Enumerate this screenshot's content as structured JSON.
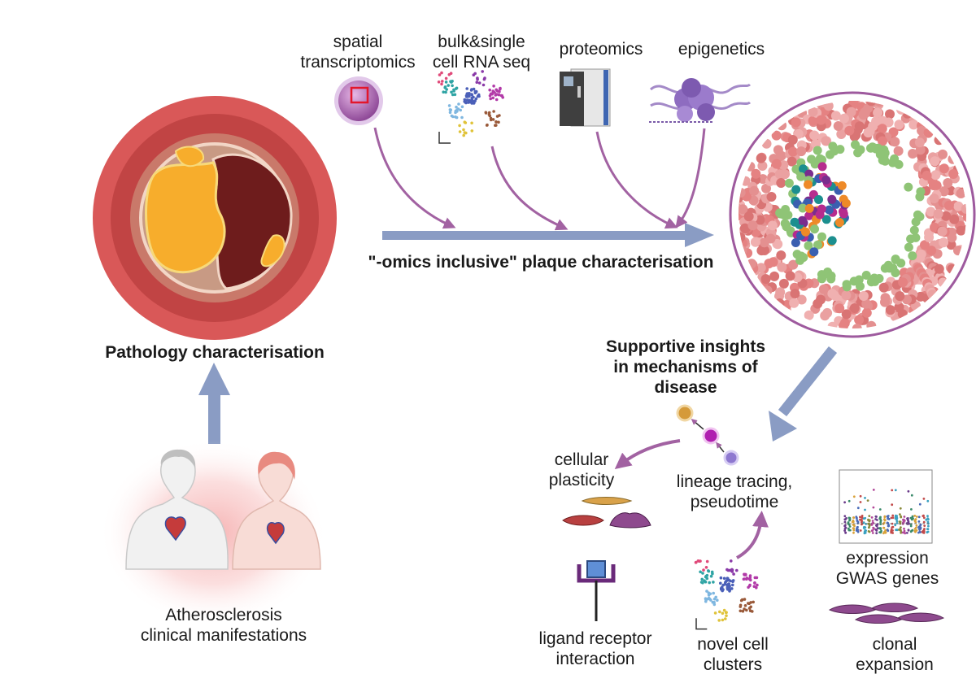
{
  "labels": {
    "spatial": [
      "spatial",
      "transcriptomics"
    ],
    "bulk": [
      "bulk&single",
      "cell RNA seq"
    ],
    "proteomics": "proteomics",
    "epigenetics": "epigenetics",
    "omics": "\"-omics inclusive\" plaque characterisation",
    "pathology": "Pathology characterisation",
    "athero": [
      "Atherosclerosis",
      "clinical manifestations"
    ],
    "insights": [
      "Supportive insights",
      "in mechanisms of",
      "disease"
    ],
    "plasticity": [
      "cellular",
      "plasticity"
    ],
    "lineage": [
      "lineage tracing,",
      "pseudotime"
    ],
    "expression": [
      "expression",
      "GWAS genes"
    ],
    "ligand": [
      "ligand  receptor",
      "interaction"
    ],
    "novel": [
      "novel cell",
      "clusters"
    ],
    "clonal": [
      "clonal",
      "expansion"
    ]
  },
  "colors": {
    "arrow_blue": "#8a9cc4",
    "arrow_purple": "#a262a2",
    "vessel_red": "#d95858",
    "plaque_yellow": "#f7ad2c",
    "plaque_dark": "#6e1c1c",
    "cell_pink": "#e49090",
    "cell_green": "#8fc476",
    "cell_orange": "#ee8a28",
    "cell_teal": "#1c8f8f",
    "cell_purple": "#7a2d8e"
  }
}
